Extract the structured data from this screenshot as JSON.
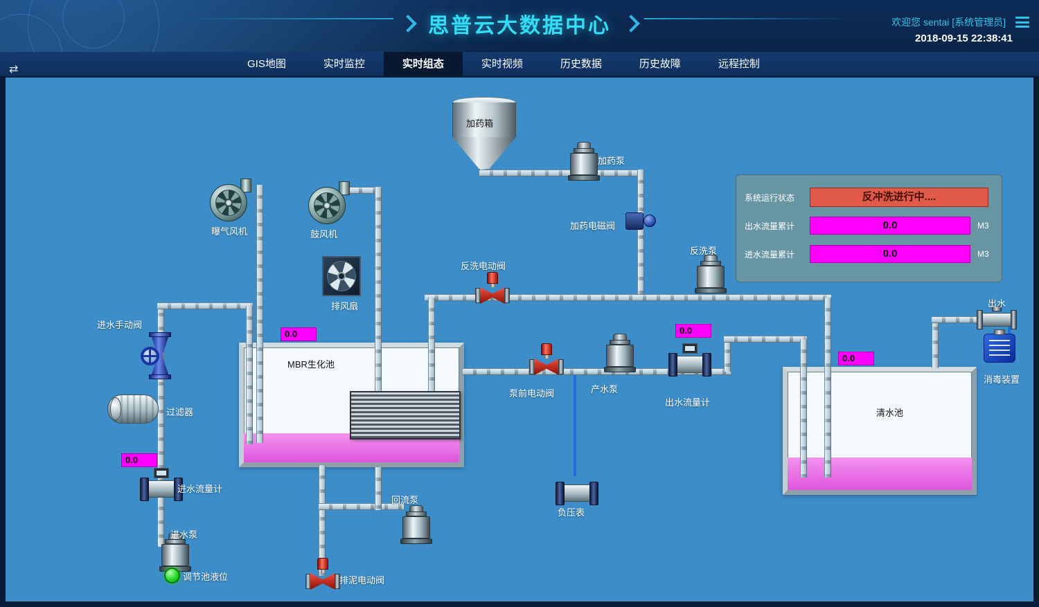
{
  "header": {
    "title": "思普云大数据中心",
    "welcome": "欢迎您  sentai [系统管理员]",
    "datetime": "2018-09-15 22:38:41"
  },
  "nav": {
    "tabs": [
      "GIS地图",
      "实时监控",
      "实时组态",
      "实时视频",
      "历史数据",
      "历史故障",
      "远程控制"
    ],
    "active_tab": "实时组态",
    "collapse_icon": "⇄"
  },
  "status_panel": {
    "system_status_label": "系统运行状态",
    "system_status_value": "反冲洗进行中....",
    "outlet_total_label": "出水流量累计",
    "outlet_total_value": "0.0",
    "outlet_total_unit": "M3",
    "inlet_total_label": "进水流量累计",
    "inlet_total_value": "0.0",
    "inlet_total_unit": "M3"
  },
  "equipment": {
    "aeration_blower": "曝气风机",
    "blower": "鼓风机",
    "exhaust_fan": "排风扇",
    "dosing_tank": "加药箱",
    "dosing_pump": "加药泵",
    "dosing_solenoid_valve": "加药电磁阀",
    "backwash_pump": "反洗泵",
    "backwash_valve": "反洗电动阀",
    "inlet_manual_valve": "进水手动阀",
    "mbr_tank": "MBR生化池",
    "filter": "过滤器",
    "inlet_flow_meter": "进水流量计",
    "inlet_pump": "进水泵",
    "regulating_tank_level": "调节池液位",
    "return_pump": "回流泵",
    "sludge_valve": "排泥电动阀",
    "prepump_valve": "泵前电动阀",
    "product_pump": "产水泵",
    "outlet_flow_meter": "出水流量计",
    "vacuum_gauge": "负压表",
    "clean_water_tank": "清水池",
    "outlet": "出水",
    "disinfection": "消毒装置"
  },
  "readings": {
    "mbr_level": "0.0",
    "inlet_flow": "0.0",
    "outlet_flow": "0.0",
    "clean_level": "0.0"
  },
  "colors": {
    "alarm_red": "#e05a49",
    "value_magenta": "#ff00ff",
    "liquid_magenta": "#dd55dd",
    "run_green": "#24da24",
    "bg_blue": "#3d8dc9",
    "accent_cyan": "#33ddf6"
  }
}
